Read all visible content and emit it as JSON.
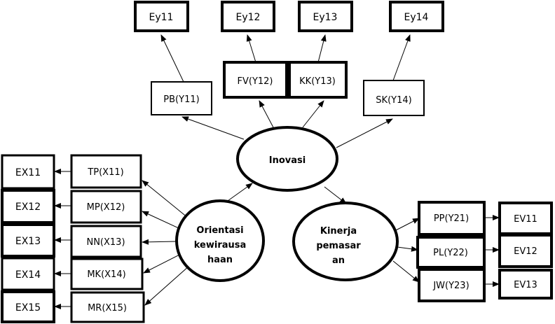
{
  "nodes": {
    "ey11": "Ey11",
    "ey12": "Ey12",
    "ey13": "Ey13",
    "ey14": "Ey14",
    "pb": "PB(Y11)",
    "fv": "FV(Y12)",
    "kk": "KK(Y13)",
    "sk": "SK(Y14)",
    "inovasi": "Inovasi",
    "tp": "TP(X11)",
    "mp": "MP(X12)",
    "nn": "NN(X13)",
    "mk": "MK(X14)",
    "mr": "MR(X15)",
    "ex11": "EX11",
    "ex12": "EX12",
    "ex13": "EX13",
    "ex14": "EX14",
    "ex15": "EX15",
    "orientasi": [
      "Orientasi",
      "kewirausa",
      "haan"
    ],
    "kinerja": [
      "Kinerja",
      "pemasar",
      "an"
    ],
    "pp": "PP(Y21)",
    "pl": "PL(Y22)",
    "jw": "JW(Y23)",
    "ev11": "EV11",
    "ev12": "EV12",
    "ev13": "EV13"
  }
}
